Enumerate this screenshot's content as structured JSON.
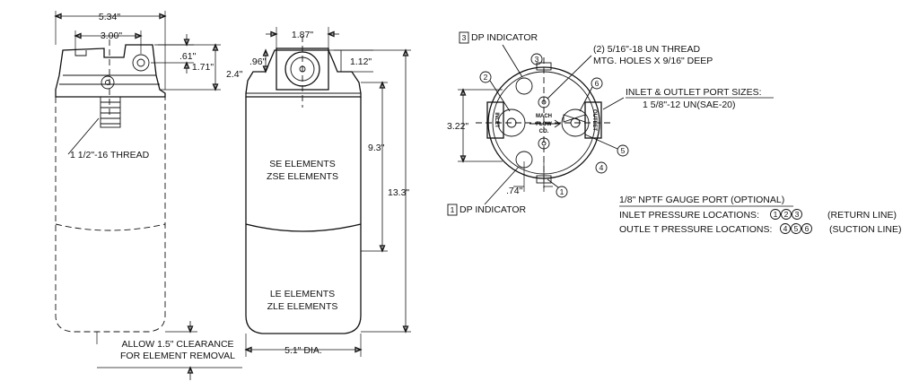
{
  "dimensions": {
    "overall_width": "5.34\"",
    "port_spacing": "3.00\"",
    "top_offset": ".61\"",
    "head_height_left": "1.71\"",
    "port_width": "1.87\"",
    "port_offset": ".96\"",
    "port_height": "1.12\"",
    "head_height_right": "2.4\"",
    "housing_length": "9.3\"",
    "overall_length": "13.3\"",
    "diameter": "5.1\" DIA.",
    "mount_spacing": "3.22\"",
    "indicator_offset": ".74\""
  },
  "labels": {
    "thread": "1 1/2\"-16 THREAD",
    "se_elements": "SE ELEMENTS",
    "zse_elements": "ZSE ELEMENTS",
    "le_elements": "LE ELEMENTS",
    "zle_elements": "ZLE ELEMENTS",
    "clearance_line1": "ALLOW 1.5\" CLEARANCE",
    "clearance_line2": "FOR ELEMENT REMOVAL",
    "dp_indicator_top_num": "3",
    "dp_indicator_top": "DP INDICATOR",
    "dp_indicator_bottom_num": "1",
    "dp_indicator_bottom": "DP INDICATOR",
    "mtg_holes_line1": "(2) 5/16\"-18 UN THREAD",
    "mtg_holes_line2": "MTG. HOLES X 9/16\" DEEP",
    "port_sizes_line1": "INLET & OUTLET PORT SIZES:",
    "port_sizes_line2": "1 5/8\"-12 UN(SAE-20)",
    "gauge_port": "1/8\" NPTF GAUGE PORT (OPTIONAL)",
    "inlet_pressure": "INLET PRESSURE LOCATIONS:",
    "return_line": "(RETURN LINE)",
    "outlet_pressure": "OUTLE T PRESSURE LOCATIONS:",
    "suction_line": "(SUCTION LINE)",
    "inlet_port": "INLET",
    "outlet_port": "OUTLET",
    "flow_word1": "MACH",
    "flow_word2": "FLOW",
    "flow_word3": "CO."
  },
  "callouts": {
    "c1": "1",
    "c2": "2",
    "c3": "3",
    "c4": "4",
    "c5": "5",
    "c6": "6"
  }
}
